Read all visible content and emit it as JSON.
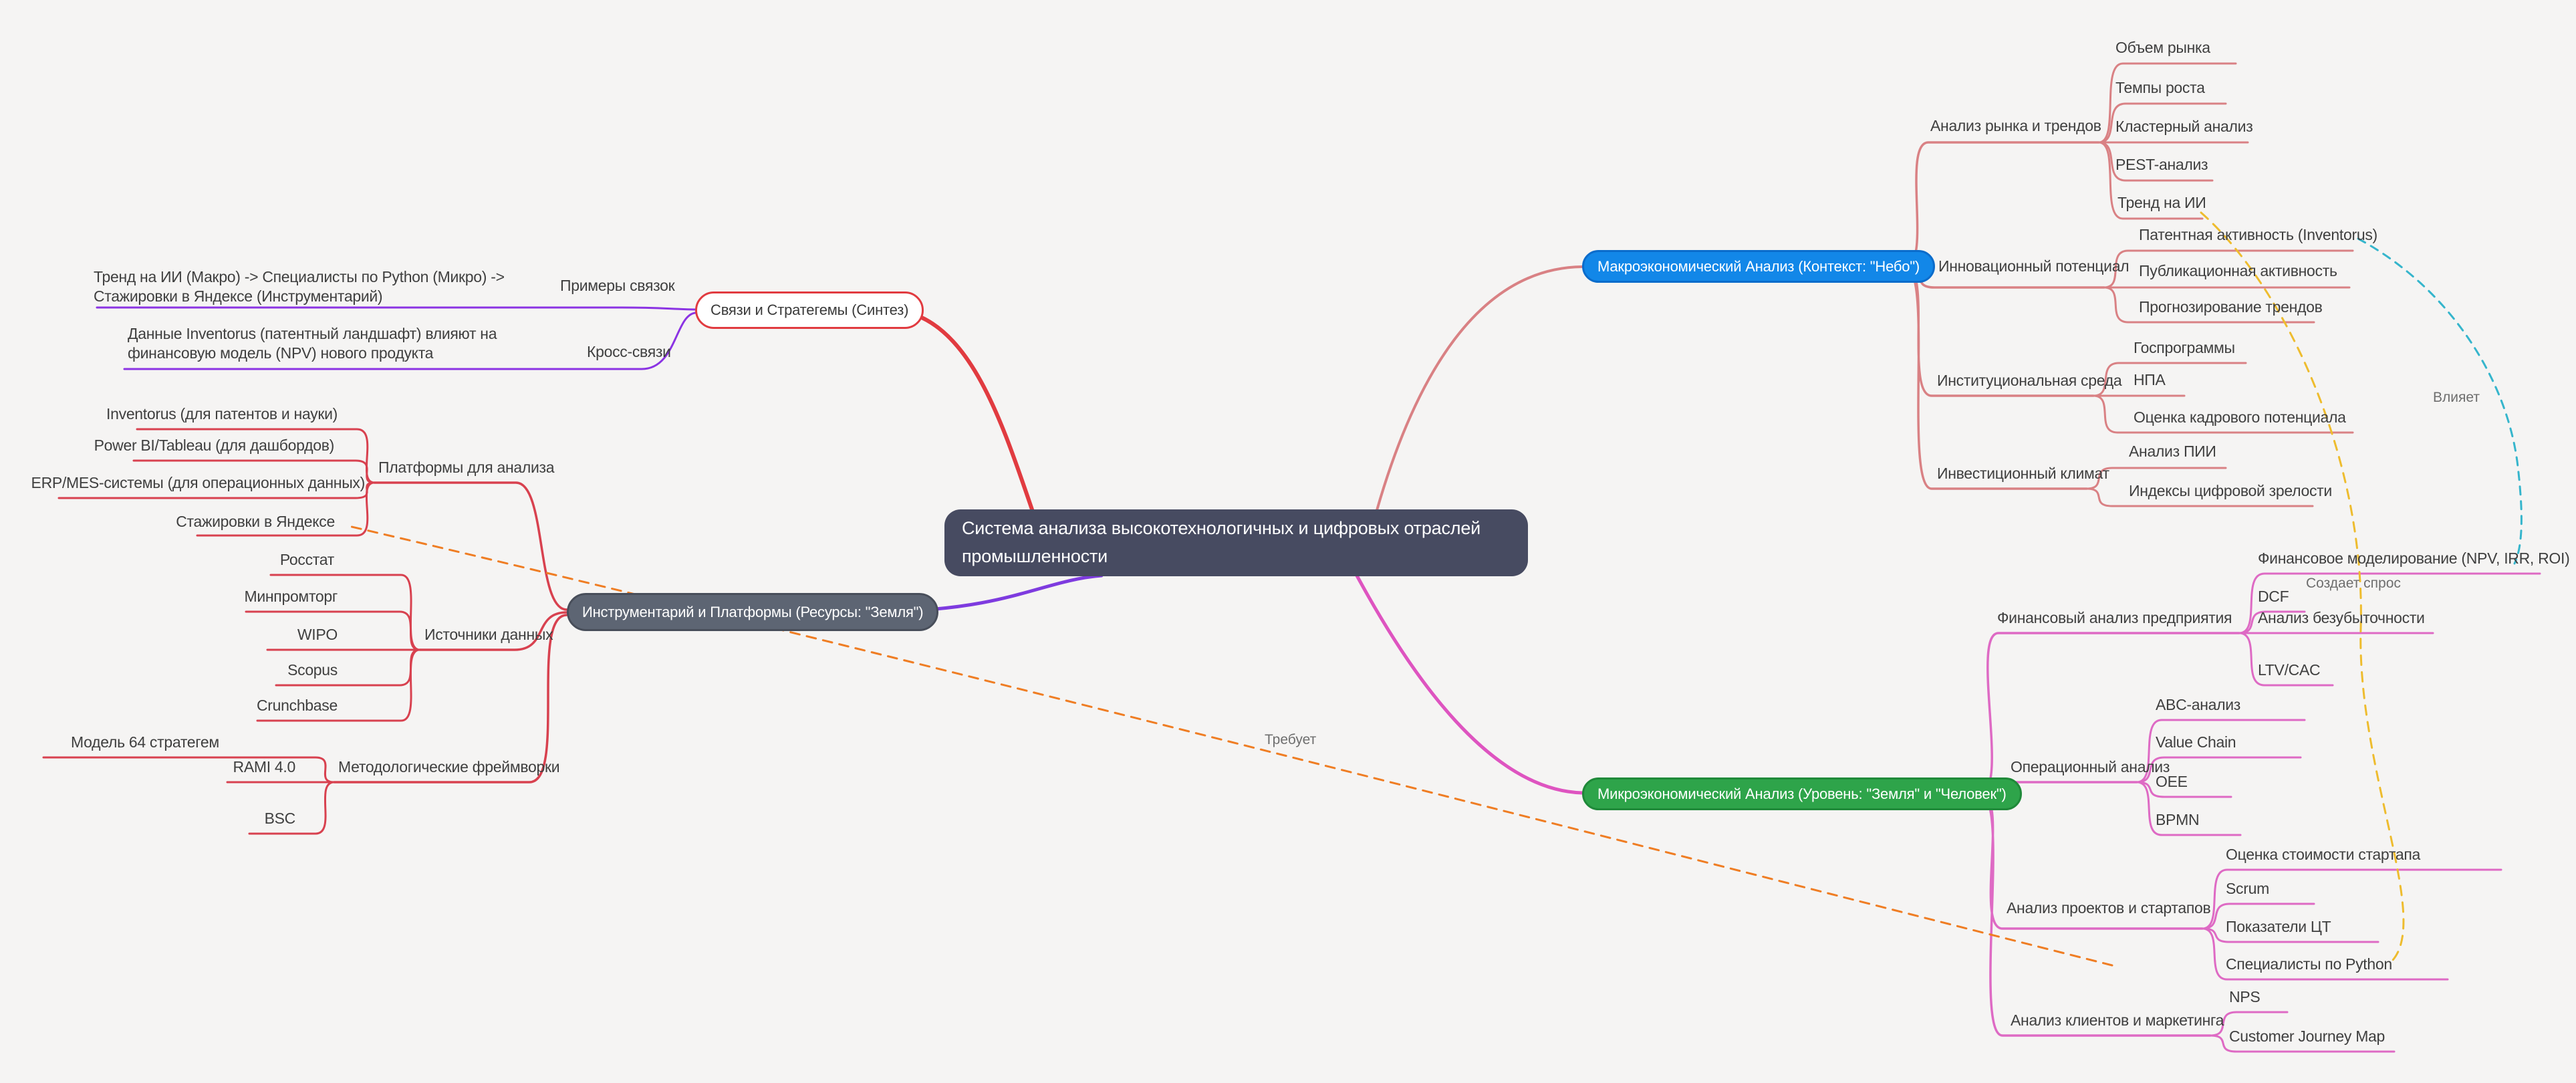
{
  "central": {
    "label": "Система анализа высокотехнологичных и цифровых отраслей промышленности"
  },
  "branches": {
    "macro": {
      "label": "Макроэкономический Анализ (Контекст: \"Небо\")",
      "color": "#1287e8",
      "line_color": "#d98184",
      "children": [
        {
          "label": "Анализ рынка и трендов",
          "children": [
            "Объем рынка",
            "Темпы роста",
            "Кластерный анализ",
            "PEST-анализ",
            "Тренд на ИИ"
          ]
        },
        {
          "label": "Инновационный потенциал",
          "children": [
            "Патентная активность (Inventorus)",
            "Публикационная активность",
            "Прогнозирование трендов"
          ]
        },
        {
          "label": "Институциональная среда",
          "children": [
            "Госпрограммы",
            "НПА",
            "Оценка кадрового потенциала"
          ]
        },
        {
          "label": "Инвестиционный климат",
          "children": [
            "Анализ ПИИ",
            "Индексы цифровой зрелости"
          ]
        }
      ]
    },
    "micro": {
      "label": "Микроэкономический Анализ (Уровень: \"Земля\" и \"Человек\")",
      "color": "#2ea44a",
      "line_color": "#de6ac4",
      "children": [
        {
          "label": "Финансовый анализ предприятия",
          "children": [
            "Финансовое моделирование (NPV, IRR, ROI)",
            "DCF",
            "Анализ безубыточности",
            "LTV/CAC"
          ]
        },
        {
          "label": "Операционный анализ",
          "children": [
            "ABC-анализ",
            "Value Chain",
            "OEE",
            "BPMN"
          ]
        },
        {
          "label": "Анализ проектов и стартапов",
          "children": [
            "Оценка стоимости стартапа",
            "Scrum",
            "Показатели ЦТ",
            "Специалисты по Python"
          ]
        },
        {
          "label": "Анализ клиентов и маркетинга",
          "children": [
            "NPS",
            "Customer Journey Map"
          ]
        }
      ]
    },
    "tools": {
      "label": "Инструментарий и Платформы (Ресурсы: \"Земля\")",
      "color": "#5d6573",
      "line_color": "#d8414f",
      "children": [
        {
          "label": "Платформы для анализа",
          "children": [
            "Inventorus (для патентов и науки)",
            "Power BI/Tableau (для дашбордов)",
            "ERP/MES-системы (для операционных данных)",
            "Стажировки в Яндексе"
          ]
        },
        {
          "label": "Источники данных",
          "children": [
            "Росстат",
            "Минпромторг",
            "WIPO",
            "Scopus",
            "Crunchbase"
          ]
        },
        {
          "label": "Методологические фреймворки",
          "children": [
            "Модель 64 стратегем",
            "RAMI 4.0",
            "BSC"
          ]
        }
      ]
    },
    "synthesis": {
      "label": "Связи и Стратегемы (Синтез)",
      "color": "#ffffff",
      "line_color": "#8b33e3",
      "children": [
        {
          "label": "Примеры связок",
          "children": [
            "Тренд на ИИ (Макро) -> Специалисты по Python (Микро) -> Стажировки в Яндексе (Инструментарий)"
          ]
        },
        {
          "label": "Кросс-связи",
          "children": [
            "Данные Inventorus (патентный ландшафт) влияют на финансовую модель (NPV) нового продукта"
          ]
        }
      ]
    }
  },
  "relations": [
    {
      "label": "Создает спрос",
      "from": "Тренд на ИИ",
      "to": "Специалисты по Python",
      "color": "#eebc2e"
    },
    {
      "label": "Влияет",
      "from": "Патентная активность (Inventorus)",
      "to": "Финансовое моделирование (NPV, IRR, ROI)",
      "color": "#35b5cc"
    },
    {
      "label": "Требует",
      "from": "Специалисты по Python",
      "to": "Стажировки в Яндексе",
      "color": "#ef7d23"
    }
  ],
  "colors": {
    "background": "#f5f4f3",
    "central_fill": "#474b61",
    "synthesis_border": "#e13b40",
    "central_synthesis_edge": "#e13b40",
    "central_tools_edge": "#7e3bdf",
    "text": "#3f3f3f",
    "relation_label_text": "#6e6e6e"
  }
}
